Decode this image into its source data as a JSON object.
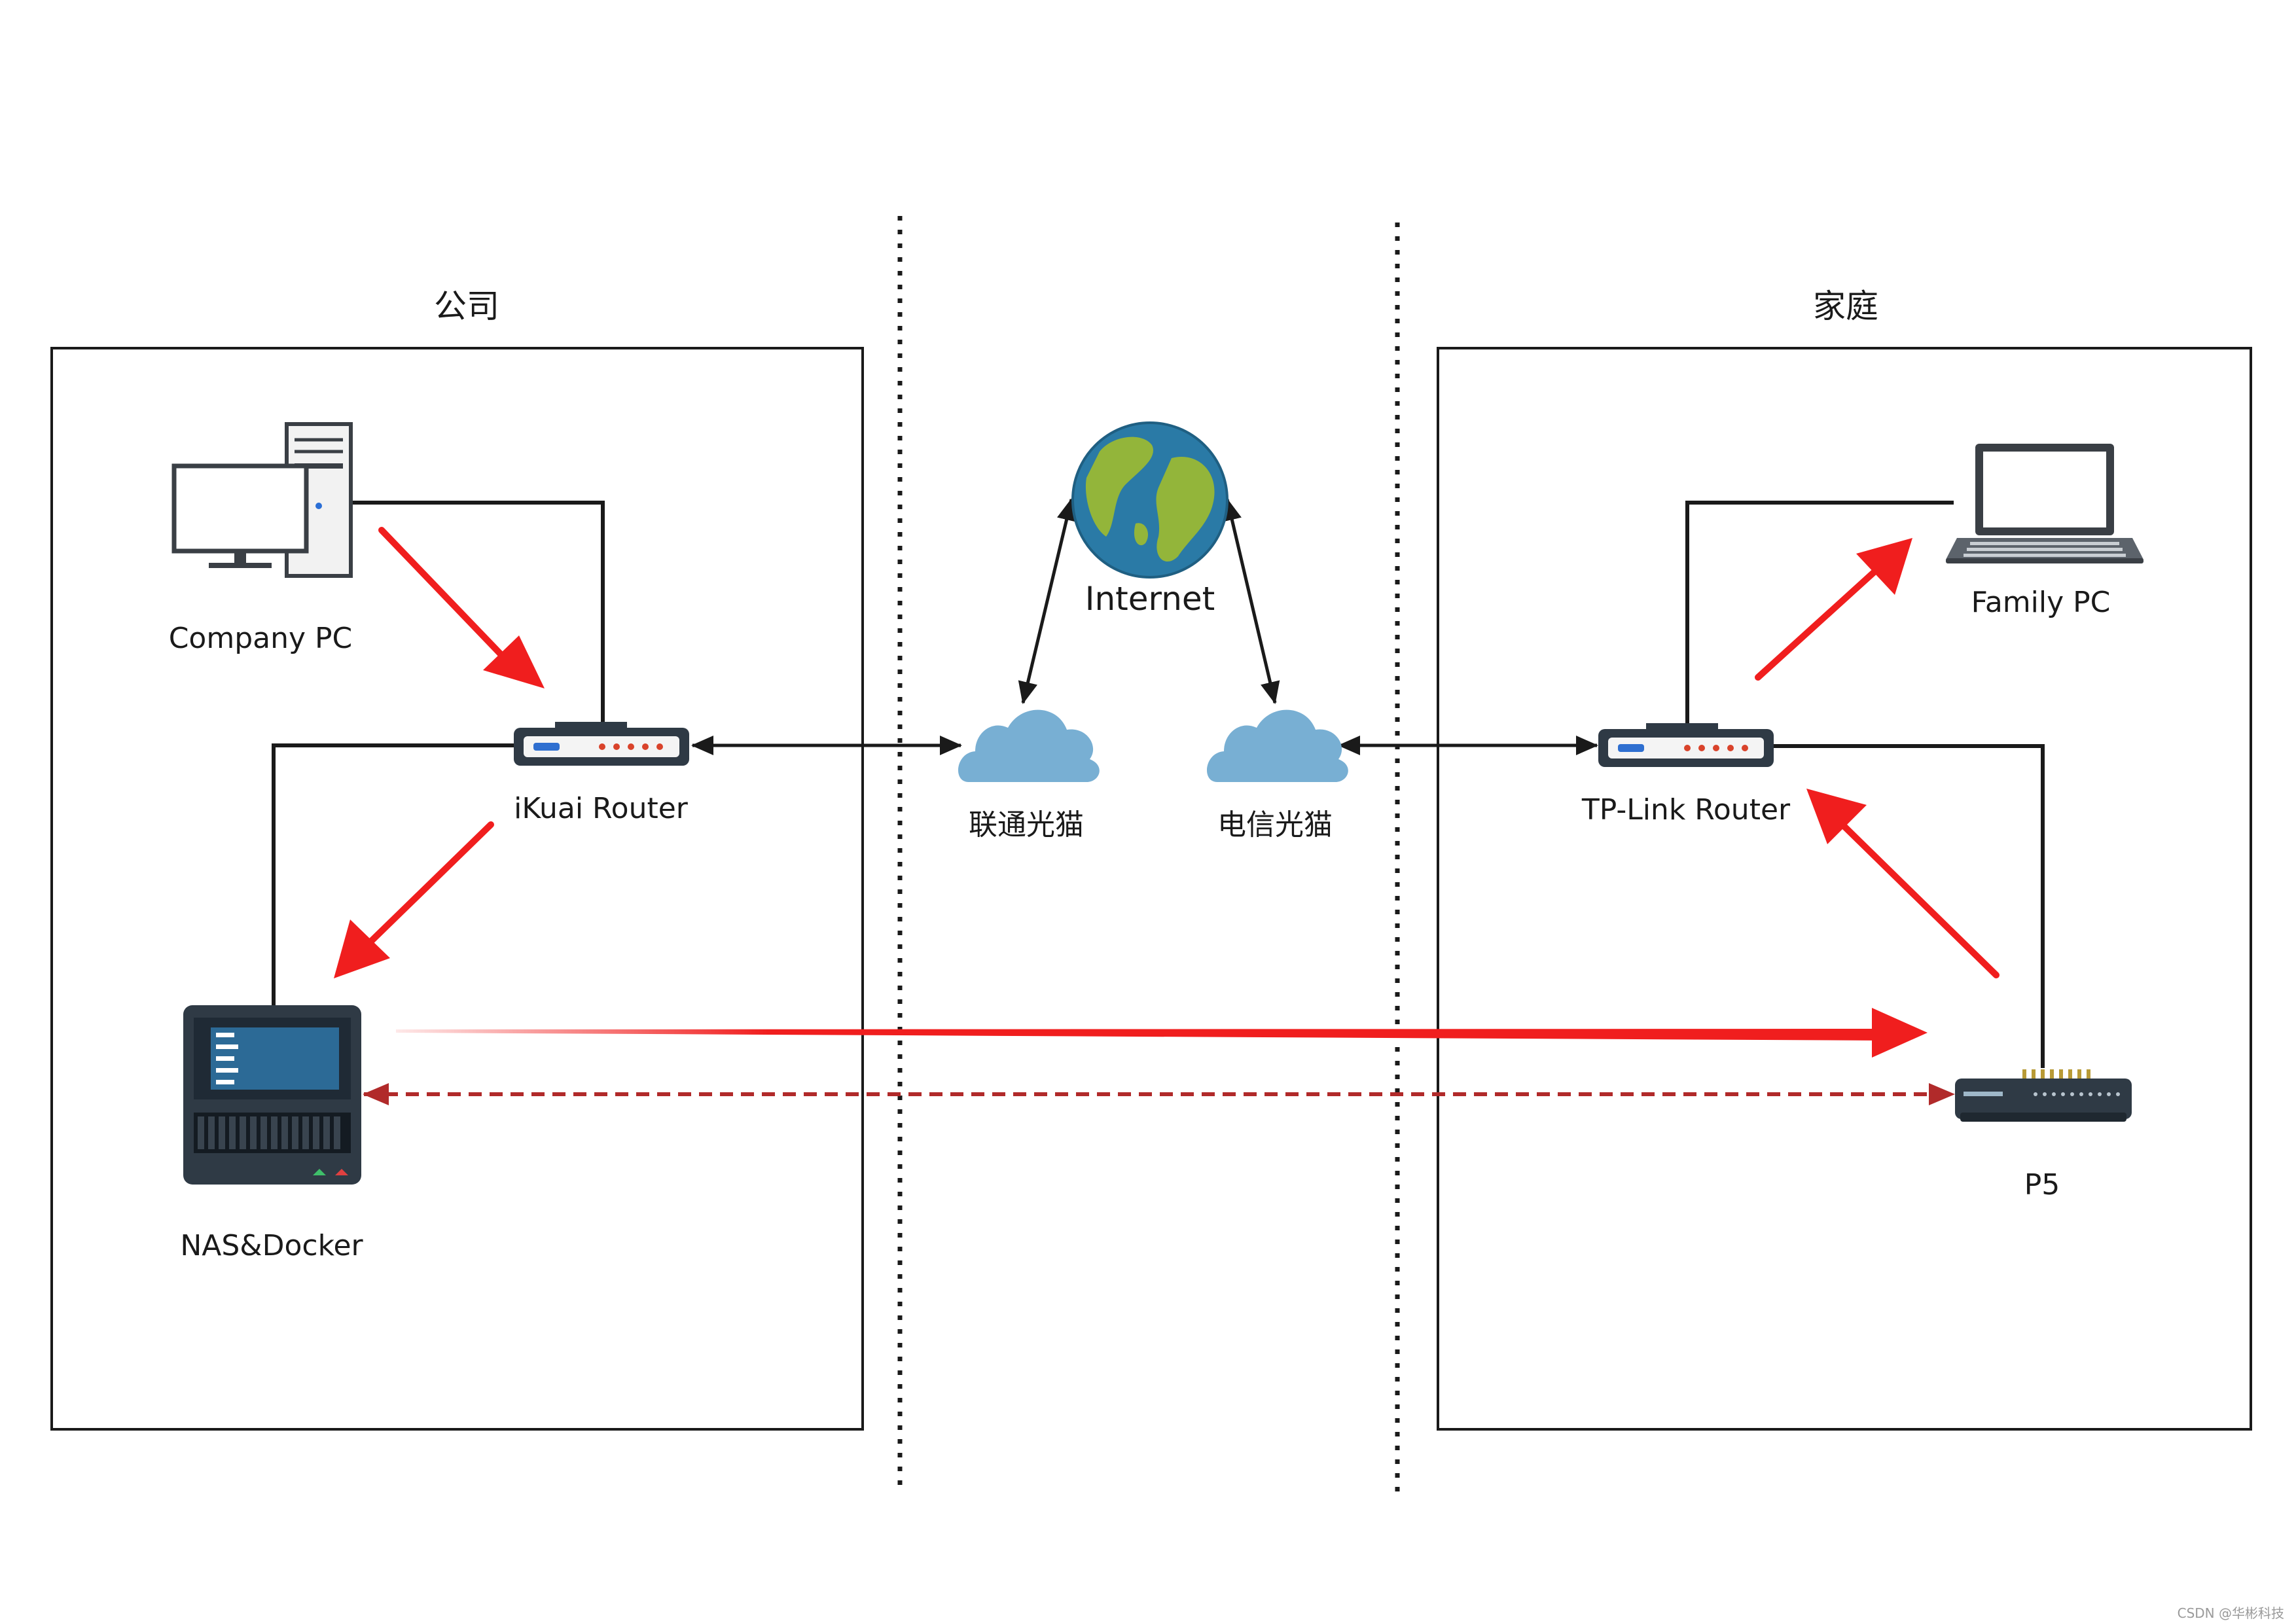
{
  "zones": {
    "company": {
      "title": "公司"
    },
    "home": {
      "title": "家庭"
    }
  },
  "devices": {
    "company_pc": {
      "label": "Company PC",
      "icon": "desktop-computer-icon"
    },
    "ikuai_router": {
      "label": "iKuai Router",
      "icon": "router-icon"
    },
    "nas": {
      "label": "NAS&Docker",
      "icon": "nas-server-icon"
    },
    "internet": {
      "label": "Internet",
      "icon": "globe-icon"
    },
    "modem_unicom": {
      "label": "联通光猫",
      "icon": "cloud-icon"
    },
    "modem_telecom": {
      "label": "电信光猫",
      "icon": "cloud-icon"
    },
    "tplink_router": {
      "label": "TP-Link Router",
      "icon": "router-icon"
    },
    "family_pc": {
      "label": "Family PC",
      "icon": "laptop-icon"
    },
    "p5": {
      "label": "P5",
      "icon": "network-switch-icon"
    }
  },
  "watermark": "CSDN @华彬科技",
  "colors": {
    "highlight_arrow": "#f01e1e",
    "tunnel_dashed": "#b12a2a",
    "line": "#1a1a1a",
    "globe_ocean": "#2a7aa6",
    "globe_land": "#93b53a",
    "cloud": "#78afd3",
    "device_dark": "#2f3a45"
  }
}
